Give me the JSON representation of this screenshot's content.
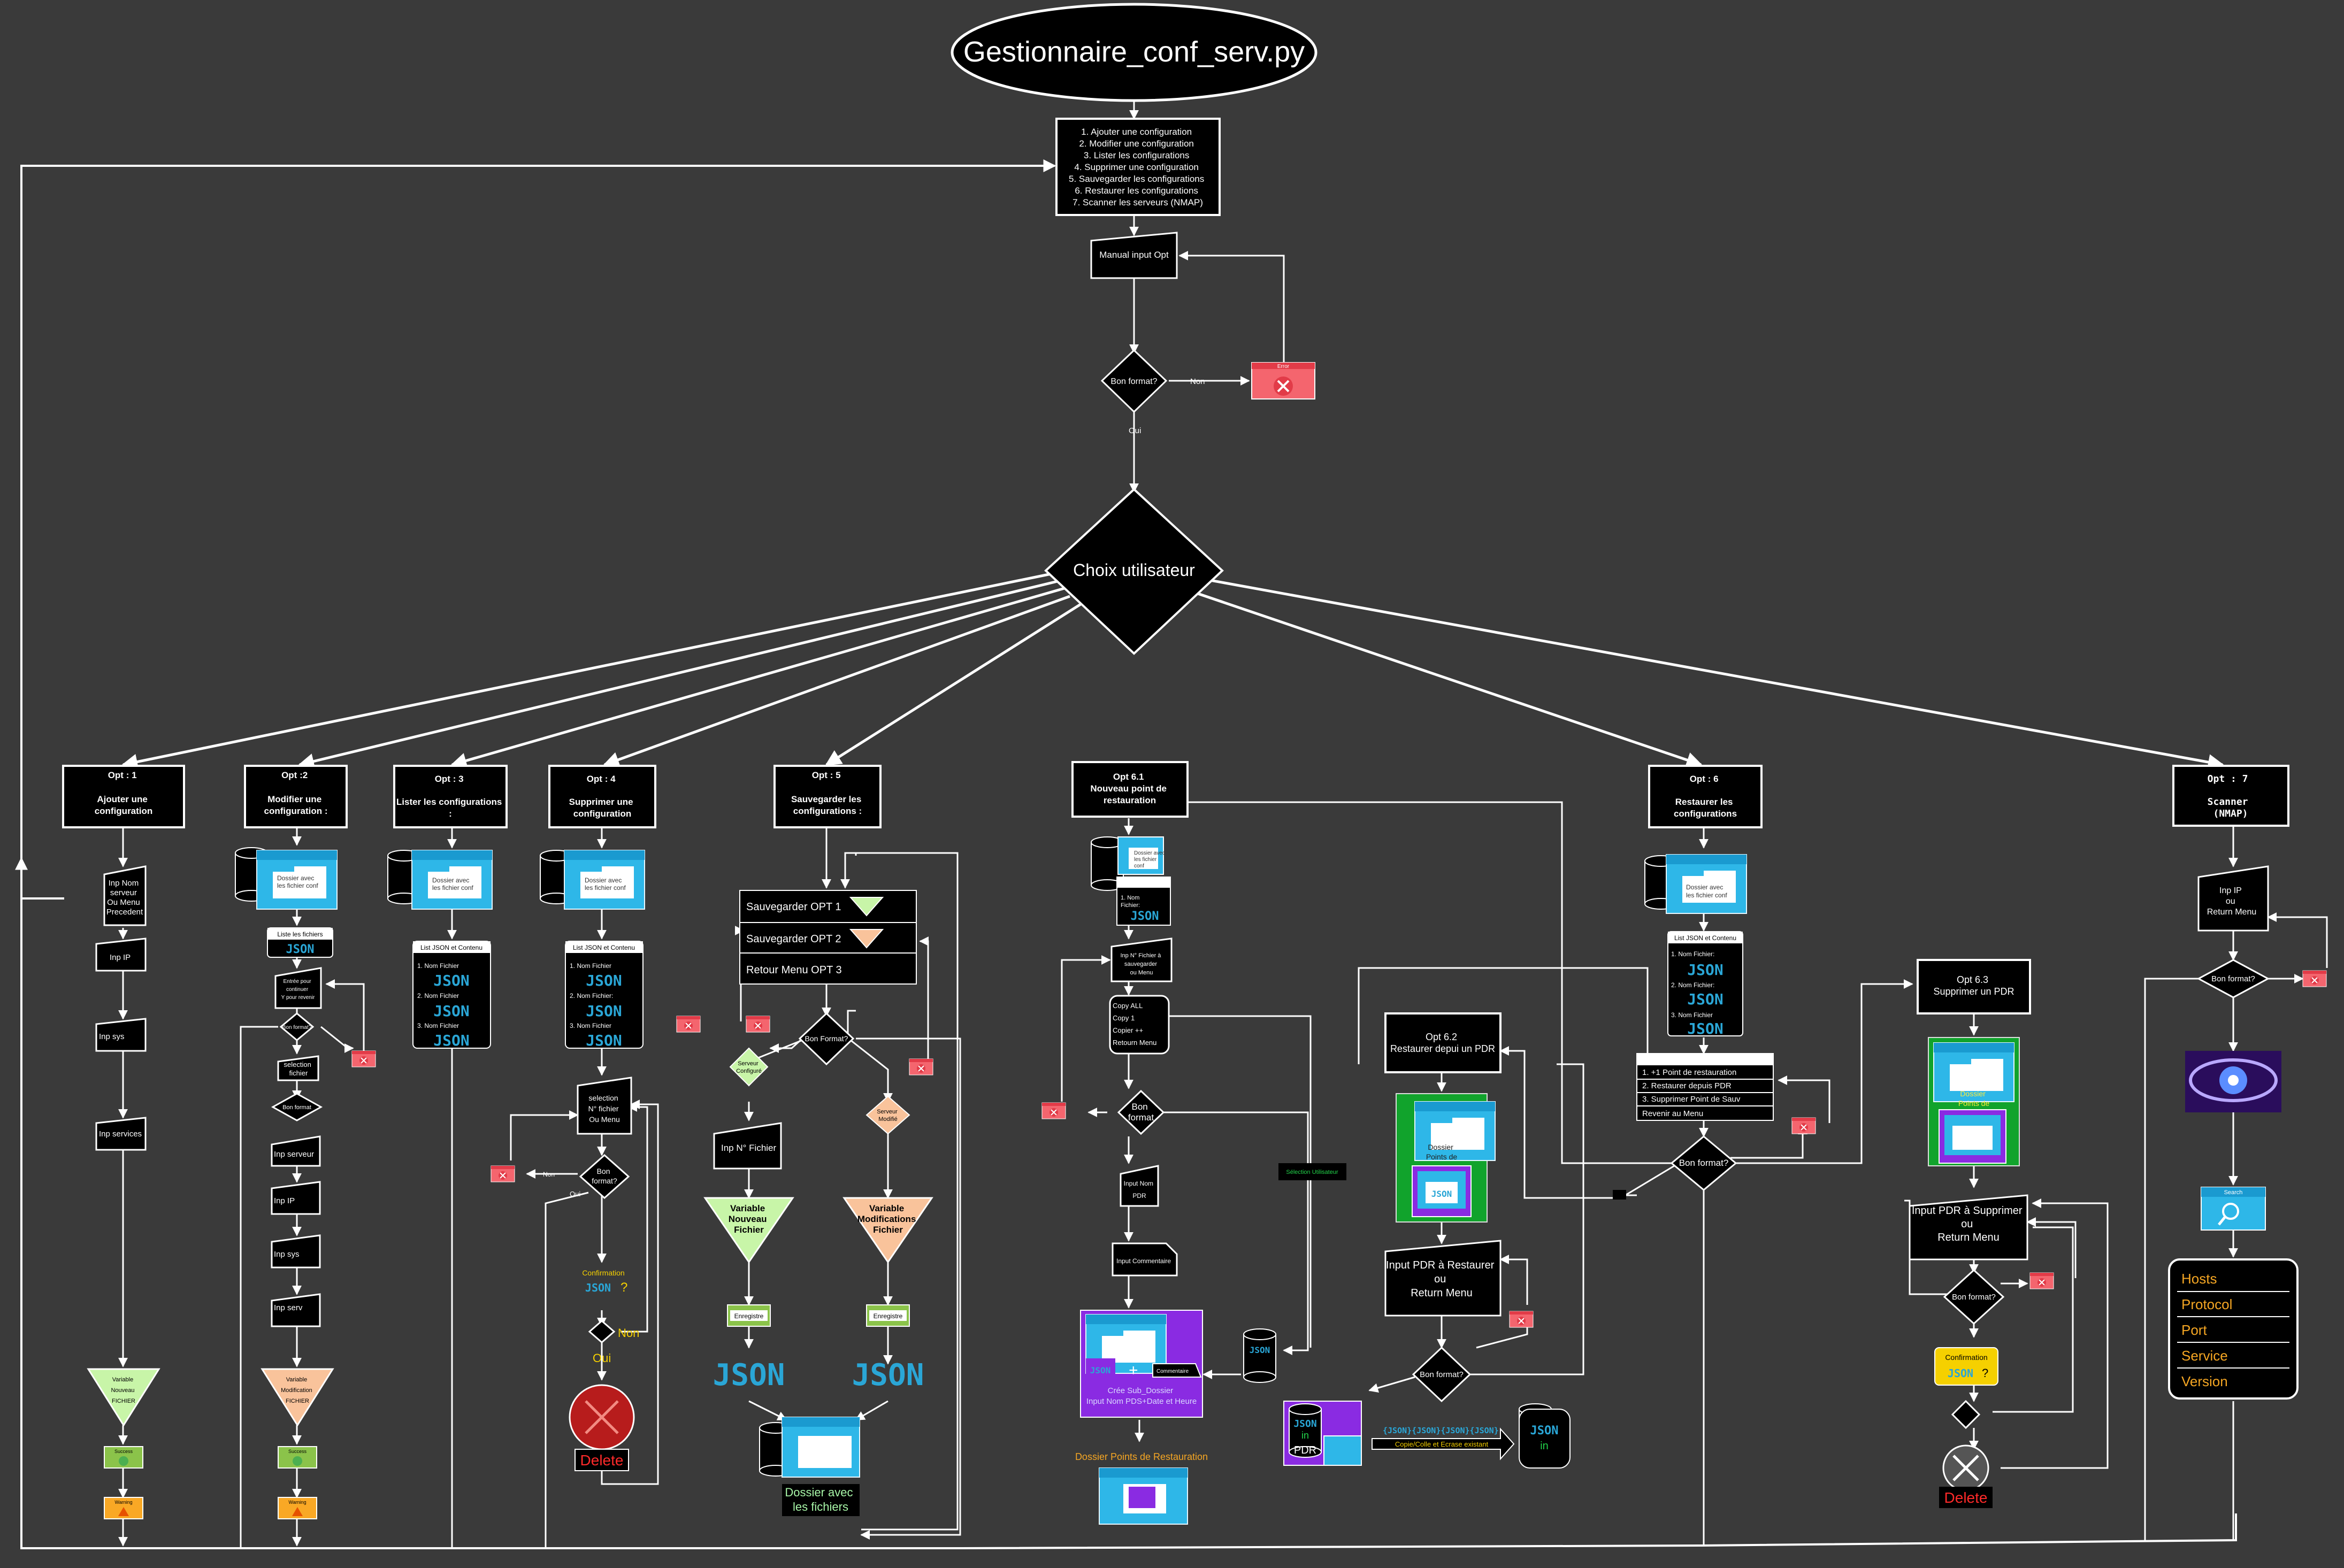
{
  "title": "Gestionnaire_conf_serv.py",
  "menu": {
    "items": [
      "1. Ajouter une configuration",
      "2. Modifier une configuration",
      "3. Lister les configurations",
      "4. Supprimer une configuration",
      "5. Sauvegarder les configurations",
      "6. Restaurer les configurations",
      "7. Scanner les serveurs (NMAP)"
    ],
    "input_label": "Manual input Opt",
    "check_label": "Bon format?",
    "no_label": "Non",
    "yes_label": "Oui",
    "error_label": "Error",
    "choice_label": "Choix utilisateur"
  },
  "opt1": {
    "header_line1": "Opt : 1",
    "header_line2": "Ajouter une",
    "header_line3": "configuration",
    "inp_nom_line1": "Inp Nom",
    "inp_nom_line2": "serveur",
    "inp_nom_line3": "Ou Menu",
    "inp_nom_line4": "Precedent",
    "inp_ip": "Inp IP",
    "inp_sys": "Inp sys",
    "inp_services": "Inp services",
    "variable_line1": "Variable",
    "variable_line2": "Nouveau",
    "variable_line3": "FICHIER",
    "success_label": "Success",
    "warning_label": "Warning"
  },
  "opt2": {
    "header_line1": "Opt :2",
    "header_line2": "Modifier une",
    "header_line3": "configuration :",
    "folder_line1": "Dossier avec",
    "folder_line2": "les fichier conf",
    "list_files": "Liste les fichiers",
    "continue_line1": "Entrée pour",
    "continue_line2": "continuer",
    "continue_line3": "Y pour revenir",
    "bon_format": "Bon format?",
    "selection_line1": "selection",
    "selection_line2": "fichier",
    "bon_format2": "Bon format",
    "inp_serveur": "Inp serveur",
    "inp_ip": "Inp IP",
    "inp_sys": "Inp sys",
    "inp_serv": "Inp serv",
    "variable_line1": "Variable",
    "variable_line2": "Modification",
    "variable_line3": "FICHIER",
    "success_label": "Success",
    "warning_label": "Warning"
  },
  "opt3": {
    "header_line1": "Opt : 3",
    "header_line2": "Lister les configurations",
    "header_line3": ":",
    "folder_line1": "Dossier avec",
    "folder_line2": "les fichier conf",
    "list_title": "List JSON et Contenu",
    "file1": "1. Nom Fichier",
    "file2": "2. Nom Fichier",
    "file3": "3. Nom Fichier"
  },
  "opt4": {
    "header_line1": "Opt : 4",
    "header_line2": "Supprimer une",
    "header_line3": "configuration",
    "folder_line1": "Dossier avec",
    "folder_line2": "les fichier conf",
    "list_title": "List JSON et Contenu",
    "file1": "1. Nom Fichier",
    "file2": "2. Nom Fichier:",
    "file3": "3. Nom Fichier",
    "selection_line1": "selection",
    "selection_line2": "N° fichier",
    "selection_line3": "Ou Menu",
    "bon_format_line1": "Bon",
    "bon_format_line2": "format?",
    "non": "Non",
    "oui": "Oui",
    "confirmation": "Confirmation",
    "delete": "Delete"
  },
  "opt5": {
    "header_line1": "Opt : 5",
    "header_line2": "Sauvegarder les",
    "header_line3": "configurations :",
    "menu1": "Sauvegarder  OPT 1",
    "menu2": "Sauvegarder  OPT 2",
    "menu3": "Retour Menu  OPT 3",
    "bon_format": "Bon Format?",
    "serveur_config_line1": "Serveur",
    "serveur_config_line2": "Configuré",
    "serveur_modif_line1": "Serveur",
    "serveur_modif_line2": "Modifié",
    "inp_fichier": "Inp N° Fichier",
    "var_new_line1": "Variable",
    "var_new_line2": "Nouveau",
    "var_new_line3": "Fichier",
    "var_mod_line1": "Variable",
    "var_mod_line2": "Modifications",
    "var_mod_line3": "Fichier",
    "save_label": "Enregistre",
    "folder_line1": "Dossier avec",
    "folder_line2": "les fichiers"
  },
  "opt61": {
    "header_line1": "Opt 6.1",
    "header_line2": "Nouveau point de",
    "header_line3": "restauration",
    "folder_line1": "Dossier avec",
    "folder_line2": "les fichier",
    "folder_line3": "conf",
    "file1": "1. Nom",
    "file2": "Fichier:",
    "inp_line1": "Inp N° Fichier à",
    "inp_line2": "sauvegarder",
    "inp_line3": "ou Menu",
    "copy1": "Copy ALL",
    "copy2": "Copy 1",
    "copy3": "Copier ++",
    "copy4": "Retourn Menu",
    "bon_line1": "Bon",
    "bon_line2": "format",
    "input_nom_line1": "Input Nom",
    "input_nom_line2": "PDR",
    "input_comment": "Input Commentaire",
    "commentaire": "Commentaire",
    "create_line1": "Crée Sub_Dossier",
    "create_line2": "Input Nom PDS+Date et Heure",
    "folder_pdr": "Dossier Points de Restauration",
    "selection_utilisateur": "Sélection Utilisateur"
  },
  "opt62": {
    "header_line1": "Opt 6.2",
    "header_line2": "Restaurer depui un PDR",
    "folder_line1": "Dossier",
    "folder_line2": "Points de",
    "input_line1": "Input PDR à Restaurer",
    "input_line2": "ou",
    "input_line3": "Return Menu",
    "bon_format": "Bon format?",
    "copy_label": "Copie/Colle et Ecrase existant",
    "pdr": "PDR",
    "in": "in"
  },
  "opt6": {
    "header_line1": "Opt : 6",
    "header_line2": "Restaurer les",
    "header_line3": "configurations",
    "folder_line1": "Dossier avec",
    "folder_line2": "les fichier conf",
    "list_title": "List JSON et Contenu",
    "file1": "1. Nom Fichier:",
    "file2": "2. Nom Fichier:",
    "file3": "3. Nom Fichier",
    "menu1": "1.       +1 Point de restauration",
    "menu2": "2.       Restaurer depuis PDR",
    "menu3": "3.       Supprimer Point de Sauv",
    "menu4": "Revenir au Menu",
    "bon_format": "Bon format?"
  },
  "opt63": {
    "header_line1": "Opt 6.3",
    "header_line2": "Supprimer un PDR",
    "folder_line1": "Dossier",
    "folder_line2": "Points de",
    "input_line1": "Input PDR à Supprimer",
    "input_line2": "ou",
    "input_line3": "Return Menu",
    "bon_format": "Bon format?",
    "confirmation": "Confirmation",
    "delete": "Delete"
  },
  "opt7": {
    "header_line1": "Opt : 7",
    "header_line2": "Scanner",
    "header_line3": "(NMAP)",
    "inp_line1": "Inp IP",
    "inp_line2": "ou",
    "inp_line3": "Return Menu",
    "bon_format": "Bon format?",
    "search": "Search",
    "results": [
      "Hosts",
      "Protocol",
      "Port",
      "Service",
      "Version"
    ]
  },
  "json_word": "JSON",
  "colors": {
    "background": "#3a3a3a",
    "box": "#000000",
    "line": "#ffffff",
    "error": "#f4656e",
    "green_var": "#c8f5a8",
    "orange_var": "#f9c39b",
    "folder_blue": "#2eb7e8",
    "purple": "#8a2be2",
    "green_bg": "#2e9a2e",
    "results_text": "#f5a623",
    "confirm_yellow": "#f5d000",
    "json_blue": "#2aa6d6"
  }
}
